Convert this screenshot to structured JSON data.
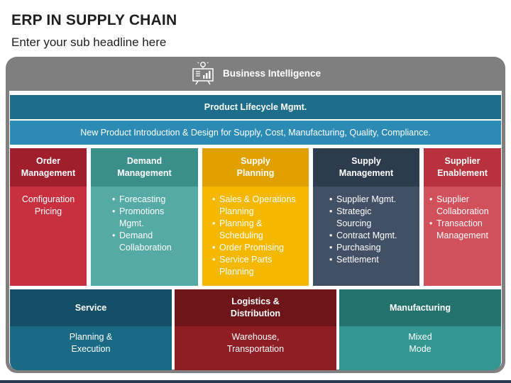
{
  "header": {
    "title": "ERP IN SUPPLY CHAIN",
    "subtitle": "Enter your sub headline here"
  },
  "frame": {
    "label": "Business Intelligence",
    "icon": "dashboard-presentation-icon"
  },
  "plm": {
    "title": "Product Lifecycle Mgmt.",
    "description": "New Product Introduction & Design for Supply, Cost, Manufacturing, Quality, Compliance."
  },
  "columns": [
    {
      "title_line1": "Order",
      "title_line2": "Management",
      "items": [
        "Configuration",
        "Pricing"
      ]
    },
    {
      "title_line1": "Demand",
      "title_line2": "Management",
      "items": [
        "Forecasting",
        "Promotions Mgmt.",
        "Demand Collaboration"
      ]
    },
    {
      "title_line1": "Supply",
      "title_line2": "Planning",
      "items": [
        "Sales & Operations Planning",
        "Planning & Scheduling",
        "Order Promising",
        "Service Parts Planning"
      ]
    },
    {
      "title_line1": "Supply",
      "title_line2": "Management",
      "items": [
        "Supplier Mgmt.",
        "Strategic Sourcing",
        "Contract Mgmt.",
        "Purchasing",
        "Settlement"
      ]
    },
    {
      "title_line1": "Supplier",
      "title_line2": "Enablement",
      "items": [
        "Supplier Collaboration",
        "Transaction Management"
      ]
    }
  ],
  "bottom": [
    {
      "title_line1": "Service",
      "title_line2": "",
      "body_line1": "Planning &",
      "body_line2": "Execution"
    },
    {
      "title_line1": "Logistics &",
      "title_line2": "Distribution",
      "body_line1": "Warehouse,",
      "body_line2": "Transportation"
    },
    {
      "title_line1": "Manufacturing",
      "title_line2": "",
      "body_line1": "Mixed",
      "body_line2": "Mode"
    }
  ],
  "colors": {
    "frame": "#7f7f7f",
    "plm_dark": "#1e6d8a",
    "plm_light": "#2b8bb5",
    "order": "#c9303f",
    "demand": "#55aaa5",
    "supply_planning": "#f5b800",
    "supply_management": "#425066",
    "supplier_enablement": "#d2505c",
    "service": "#1a6a86",
    "logistics": "#8e1e24",
    "manufacturing": "#339690"
  }
}
